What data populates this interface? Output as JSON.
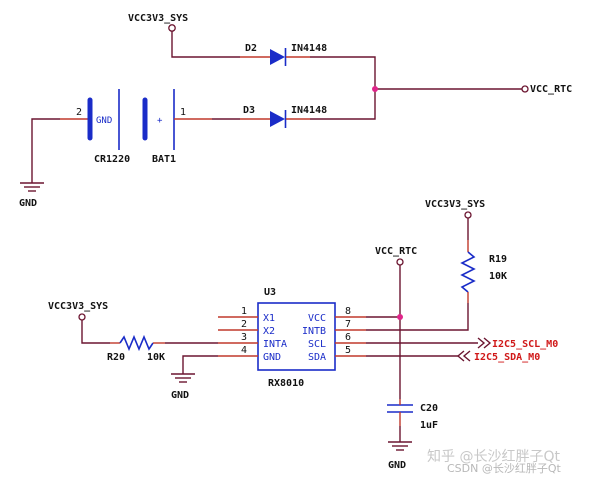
{
  "nets": {
    "vcc3v3_sys": "VCC3V3_SYS",
    "vcc_rtc": "VCC_RTC",
    "gnd": "GND",
    "i2c_scl": "I2C5_SCL_M0",
    "i2c_sda": "I2C5_SDA_M0"
  },
  "diodes": {
    "d2_ref": "D2",
    "d2_value": "IN4148",
    "d3_ref": "D3",
    "d3_value": "IN4148"
  },
  "battery": {
    "ref": "BAT1",
    "value": "CR1220",
    "pin_neg_num": "2",
    "pin_pos_num": "1",
    "pin_neg_name": "GND",
    "pin_pos_name": "+"
  },
  "resistors": {
    "r19_ref": "R19",
    "r19_value": "10K",
    "r20_ref": "R20",
    "r20_value": "10K"
  },
  "capacitor": {
    "ref": "C20",
    "value": "1uF"
  },
  "rtc_chip": {
    "ref": "U3",
    "part": "RX8010",
    "left_pins": [
      {
        "num": "1",
        "name": "X1"
      },
      {
        "num": "2",
        "name": "X2"
      },
      {
        "num": "3",
        "name": "INTA"
      },
      {
        "num": "4",
        "name": "GND"
      }
    ],
    "right_pins": [
      {
        "num": "8",
        "name": "VCC"
      },
      {
        "num": "7",
        "name": "INTB"
      },
      {
        "num": "6",
        "name": "SCL"
      },
      {
        "num": "5",
        "name": "SDA"
      }
    ]
  },
  "watermark": {
    "line1": "知乎 @长沙红胖子Qt",
    "line2": "CSDN @长沙红胖子Qt"
  },
  "colors": {
    "wire": "#6b1530",
    "pin": "#c0392b",
    "component": "#1a2cc8",
    "junction": "#e0258a",
    "net_label_red": "#d01818"
  }
}
